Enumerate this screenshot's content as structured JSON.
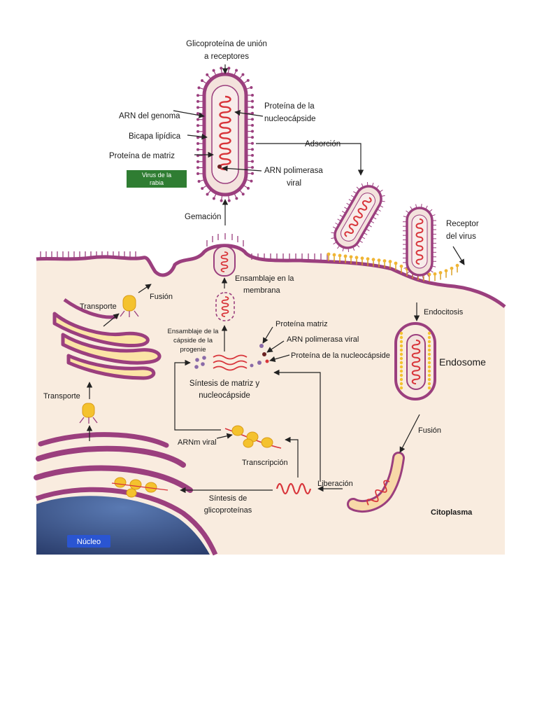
{
  "labels": {
    "glycoprotein_l1": "Glicoproteína de unión",
    "glycoprotein_l2": "a receptores",
    "rna_genome": "ARN del genoma",
    "lipid_bilayer": "Bicapa lipídica",
    "matrix_protein": "Proteína de matriz",
    "nucleocapsid_l1": "Proteína de la",
    "nucleocapsid_l2": "nucleocápside",
    "rna_polymerase_l1": "ARN polimerasa",
    "rna_polymerase_l2": "viral",
    "adsorption": "Adsorción",
    "budding": "Gemación",
    "virus_receptor_l1": "Receptor",
    "virus_receptor_l2": "del virus",
    "membrane_assembly_l1": "Ensamblaje en la",
    "membrane_assembly_l2": "membrana",
    "fusion_top": "Fusión",
    "transport_top": "Transporte",
    "capsid_assembly_l1": "Ensamblaje de la",
    "capsid_assembly_l2": "cápside de la",
    "capsid_assembly_l3": "progenie",
    "legend_matrix": "Proteína matriz",
    "legend_polymerase": "ARN polimerasa viral",
    "legend_nucleocapsid": "Proteína de la nucleocápside",
    "synthesis_matrix_l1": "Síntesis de matriz y",
    "synthesis_matrix_l2": "nucleocápside",
    "endocytosis": "Endocitosis",
    "endosome": "Endosome",
    "transport_left": "Transporte",
    "mrna": "ARNm viral",
    "transcription": "Transcripción",
    "fusion_right": "Fusión",
    "release": "Liberación",
    "glyco_synthesis_l1": "Síntesis de",
    "glyco_synthesis_l2": "glicoproteínas",
    "cytoplasm": "Citoplasma",
    "nucleus": "Núcleo",
    "rabies_l1": "Virus de la",
    "rabies_l2": "rabia"
  },
  "colors": {
    "cytoplasm": "#f9ecdf",
    "membrane": "#9b3f7e",
    "virus_fill": "#f3e2dc",
    "rna": "#d8343a",
    "receptor": "#f0b534",
    "golgi": "#fbe4a6",
    "nucleus": "#3e5b92",
    "green_tag": "#2f7d32",
    "blue_tag": "#2a55d2"
  }
}
